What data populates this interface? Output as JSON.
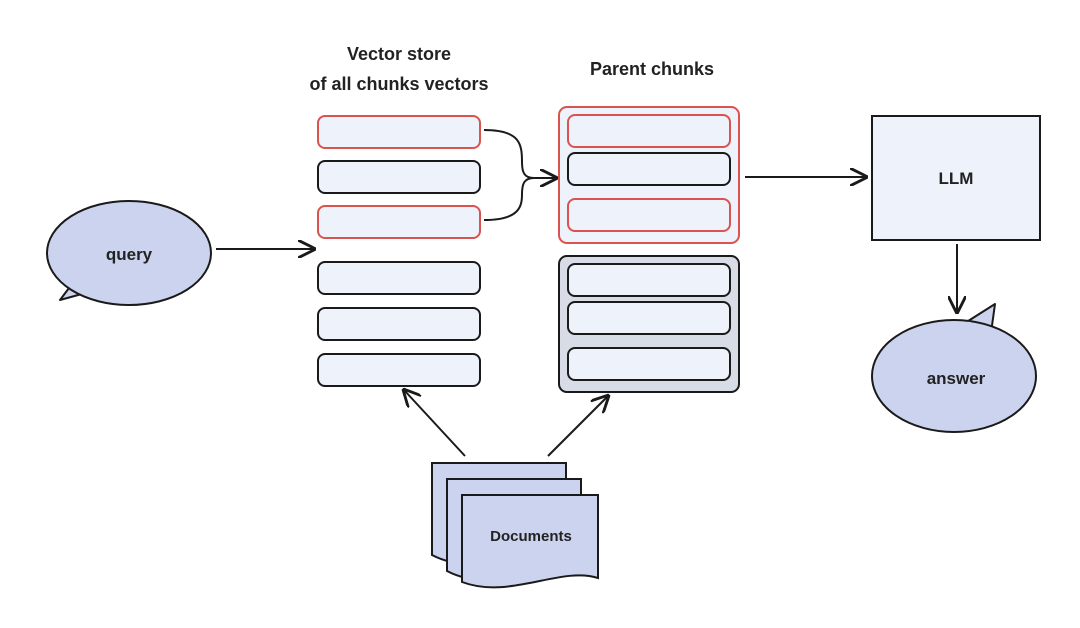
{
  "labels": {
    "vector_store_line1": "Vector store",
    "vector_store_line2": "of all chunks vectors",
    "parent_chunks": "Parent  chunks",
    "query": "query",
    "llm": "LLM",
    "answer": "answer",
    "documents": "Documents"
  },
  "colors": {
    "chunk_fill": "#EEF2FB",
    "chunk_stroke": "#1a1a1a",
    "highlight_stroke": "#D9534F",
    "bubble_fill": "#CCD3EE",
    "llm_fill": "#EEF2FB",
    "doc_fill": "#CCD3EE",
    "parent_group_fill": "#D8DCE6"
  },
  "vector_store_chunks": [
    {
      "highlighted": true
    },
    {
      "highlighted": false
    },
    {
      "highlighted": true
    },
    {
      "highlighted": false
    },
    {
      "highlighted": false
    },
    {
      "highlighted": false
    }
  ],
  "parent_groups": [
    {
      "highlighted": true,
      "chunks": [
        {
          "highlighted": true
        },
        {
          "highlighted": false
        },
        {
          "highlighted": true
        }
      ]
    },
    {
      "highlighted": false,
      "chunks": [
        {
          "highlighted": false
        },
        {
          "highlighted": false
        },
        {
          "highlighted": false
        }
      ]
    }
  ]
}
